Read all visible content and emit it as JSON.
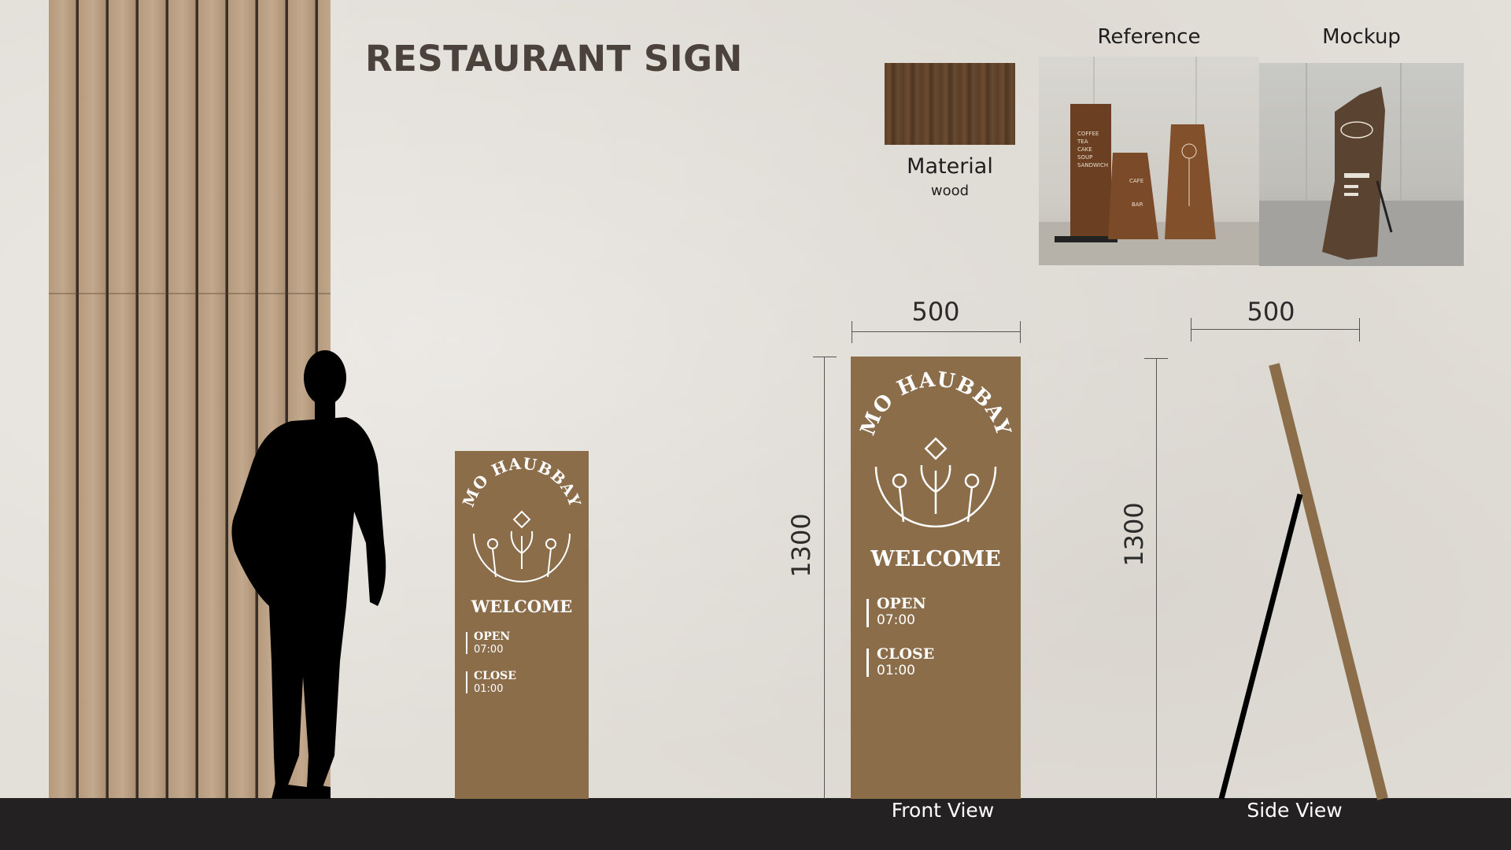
{
  "title": "RESTAURANT SIGN",
  "references": {
    "material_title": "Material",
    "material_sub": "wood",
    "reference_title": "Reference",
    "mockup_title": "Mockup",
    "reference_sign_lines": [
      "COFFEE",
      "TEA",
      "CAKE",
      "SOUP",
      "SANDWICH"
    ],
    "reference_cafe": "CAFE",
    "reference_bar": "BAR"
  },
  "sign": {
    "brand": "MO HAUBBAY",
    "welcome": "WELCOME",
    "open_label": "OPEN",
    "open_time": "07:00",
    "close_label": "CLOSE",
    "close_time": "01:00"
  },
  "dimensions": {
    "width": "500",
    "height": "1300",
    "side_width": "500",
    "side_height": "1300"
  },
  "views": {
    "front": "Front View",
    "side": "Side View"
  },
  "colors": {
    "sign_brown": "#8b6d4a",
    "floor": "#232122",
    "title": "#4a423b"
  }
}
